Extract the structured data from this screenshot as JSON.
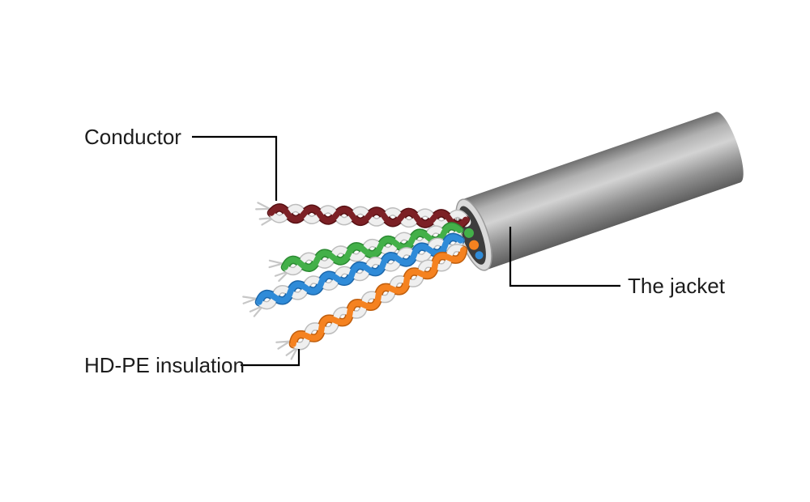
{
  "diagram": {
    "labels": {
      "conductor": "Conductor",
      "insulation": "HD-PE insulation",
      "jacket": "The jacket"
    },
    "colors": {
      "background": "#ffffff",
      "text": "#1c1c1c",
      "leader_line": "#000000",
      "wire_maroon": "#7c2025",
      "wire_maroon_dark": "#581114",
      "wire_green": "#43b049",
      "wire_green_dark": "#2c8a33",
      "wire_blue": "#2f8bd8",
      "wire_blue_dark": "#1c67ab",
      "wire_orange": "#f58220",
      "wire_orange_dark": "#c05f0e",
      "wire_white": "#efefef",
      "wire_white_dark": "#bdbdbd",
      "conductor_silver": "#c7c7c7",
      "jacket_edge_top": "#707070",
      "jacket_upper_mid": "#b2b2b2",
      "jacket_highlight": "#d3d3d3",
      "jacket_lower": "#909090",
      "jacket_edge_bottom": "#5e5e5e",
      "jacket_cut_face": "#d9d9d9",
      "jacket_interior": "#3d3d3d"
    }
  }
}
